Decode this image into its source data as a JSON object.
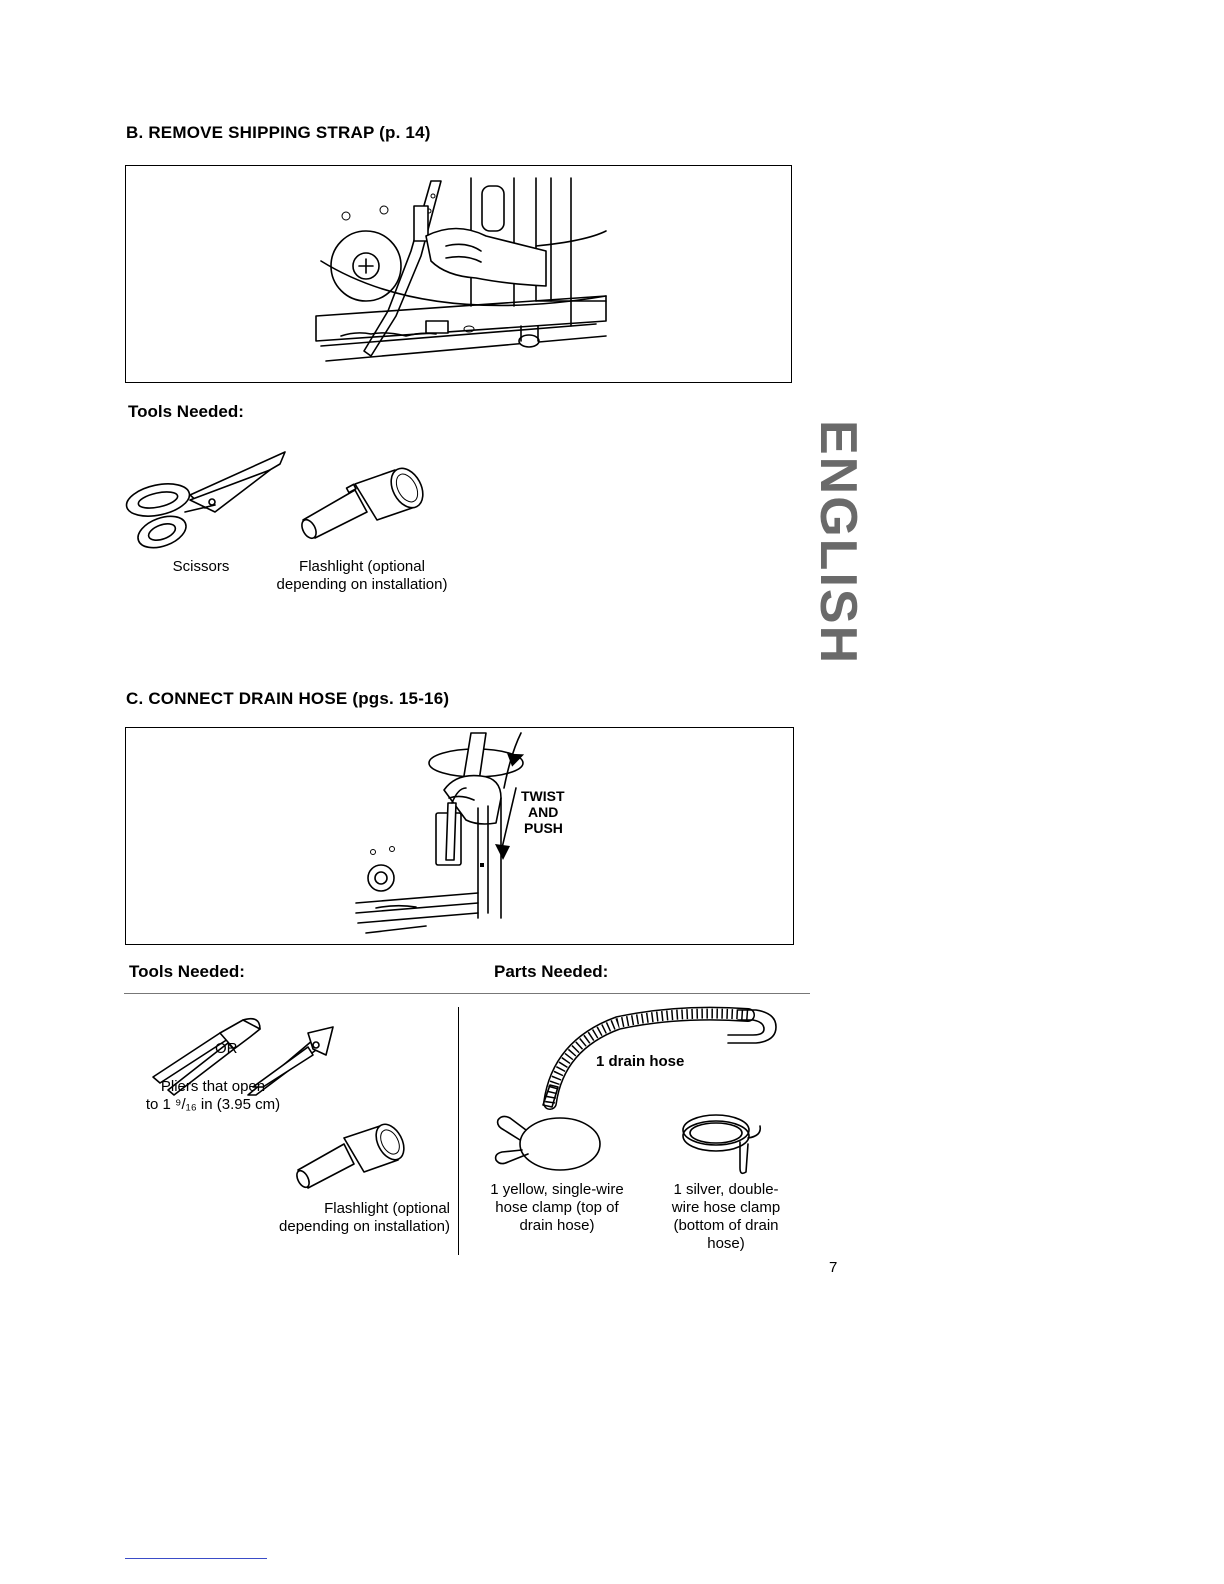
{
  "section_b": {
    "heading": "B. REMOVE SHIPPING STRAP (p. 14)",
    "tools_heading": "Tools Needed:",
    "tools": [
      {
        "label": "Scissors",
        "icon": "scissors-icon"
      },
      {
        "label_line1": "Flashlight (optional",
        "label_line2": "depending on installation)",
        "icon": "flashlight-icon"
      }
    ]
  },
  "section_c": {
    "heading": "C. CONNECT DRAIN HOSE (pgs. 15-16)",
    "illustration_text": [
      "TWIST",
      "AND",
      "PUSH"
    ],
    "tools_heading": "Tools Needed:",
    "parts_heading": "Parts Needed:",
    "tools": {
      "or_label": "OR",
      "pliers_line1": "Pliers that open",
      "pliers_line2": "to 1 ⁹/₁₆ in (3.95 cm)",
      "flashlight_line1": "Flashlight (optional",
      "flashlight_line2": "depending on installation)"
    },
    "parts": {
      "drain_hose": "1 drain hose",
      "yellow_clamp": [
        "1 yellow, single-wire",
        "hose clamp (top of",
        "drain hose)"
      ],
      "silver_clamp": [
        "1 silver, double-",
        "wire hose clamp",
        "(bottom of drain",
        "hose)"
      ]
    }
  },
  "side_tab": "ENGLISH",
  "page_number": "7",
  "colors": {
    "ink": "#000000",
    "side_tab": "#6a6a6a",
    "footer_line": "#3a4cc8"
  }
}
